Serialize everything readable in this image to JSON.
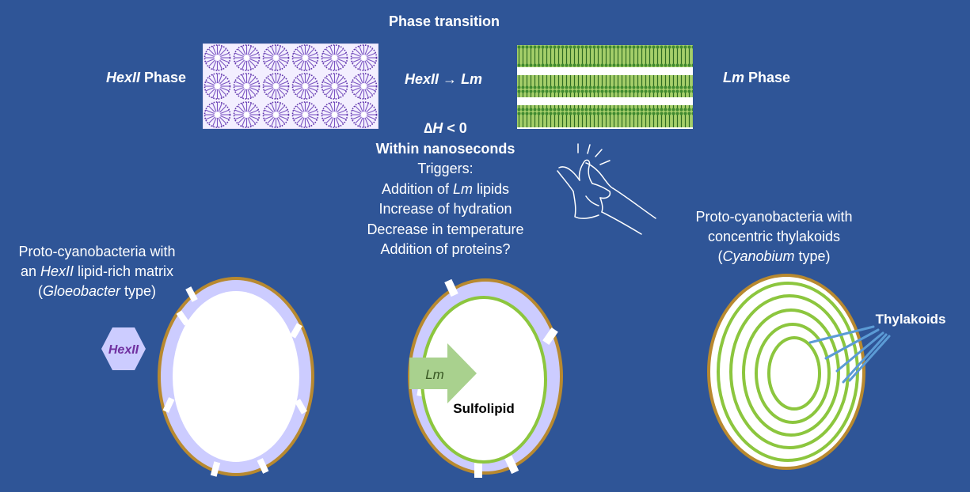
{
  "title": "Phase transition",
  "hex_phase": {
    "italic": "HexII",
    "rest": " Phase"
  },
  "lm_phase": {
    "italic": "Lm",
    "rest": " Phase"
  },
  "transition": {
    "from": "HexII",
    "arrow": "→",
    "to": "Lm"
  },
  "conditions": {
    "delta_symbol": "∆",
    "delta_var": "H",
    "delta_rest": " < 0",
    "time": "Within nanoseconds",
    "triggers_heading": "Triggers:",
    "trigger1_pre": "Addition of ",
    "trigger1_italic": "Lm",
    "trigger1_post": " lipids",
    "trigger2": "Increase of hydration",
    "trigger3": "Decrease in temperature",
    "trigger4": "Addition of proteins?"
  },
  "left_cell": {
    "line1": "Proto-cyanobacteria with",
    "line2_pre": "an ",
    "line2_italic": "HexII",
    "line2_post": " lipid-rich matrix",
    "line3_pre": "(",
    "line3_italic": "Gloeobacter",
    "line3_post": " type)",
    "badge": "HexII"
  },
  "middle_cell": {
    "arrow_label": "Lm",
    "sulfolipid": "Sulfolipid"
  },
  "right_cell": {
    "line1": "Proto-cyanobacteria with",
    "line2": "concentric thylakoids",
    "line3_pre": "(",
    "line3_italic": "Cyanobium",
    "line3_post": " type)",
    "thylakoids": "Thylakoids"
  },
  "colors": {
    "background": "#2f5597",
    "cell_wall": "#b8892f",
    "hex_lipid": "#ccccff",
    "lm_membrane": "#8cc63e",
    "arrow": "#a9d18e",
    "hex_text": "#7030a0",
    "thylakoid_pointer": "#5b9bd5"
  }
}
